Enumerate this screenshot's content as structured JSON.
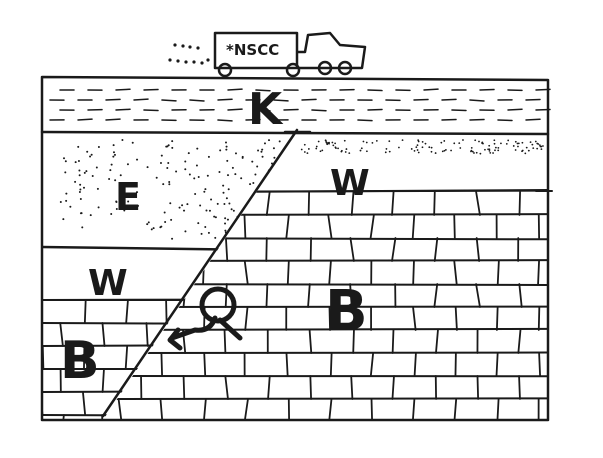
{
  "truck": {
    "text": "*NSCC"
  },
  "labels": {
    "top_layer": "K",
    "left_upper": "E",
    "left_middle": "W",
    "left_lower": "B",
    "right_upper": "W",
    "right_lower": "B",
    "fault_marker": "Q"
  },
  "colors": {
    "ink": "#1a1a1a",
    "background": "#ffffff"
  }
}
